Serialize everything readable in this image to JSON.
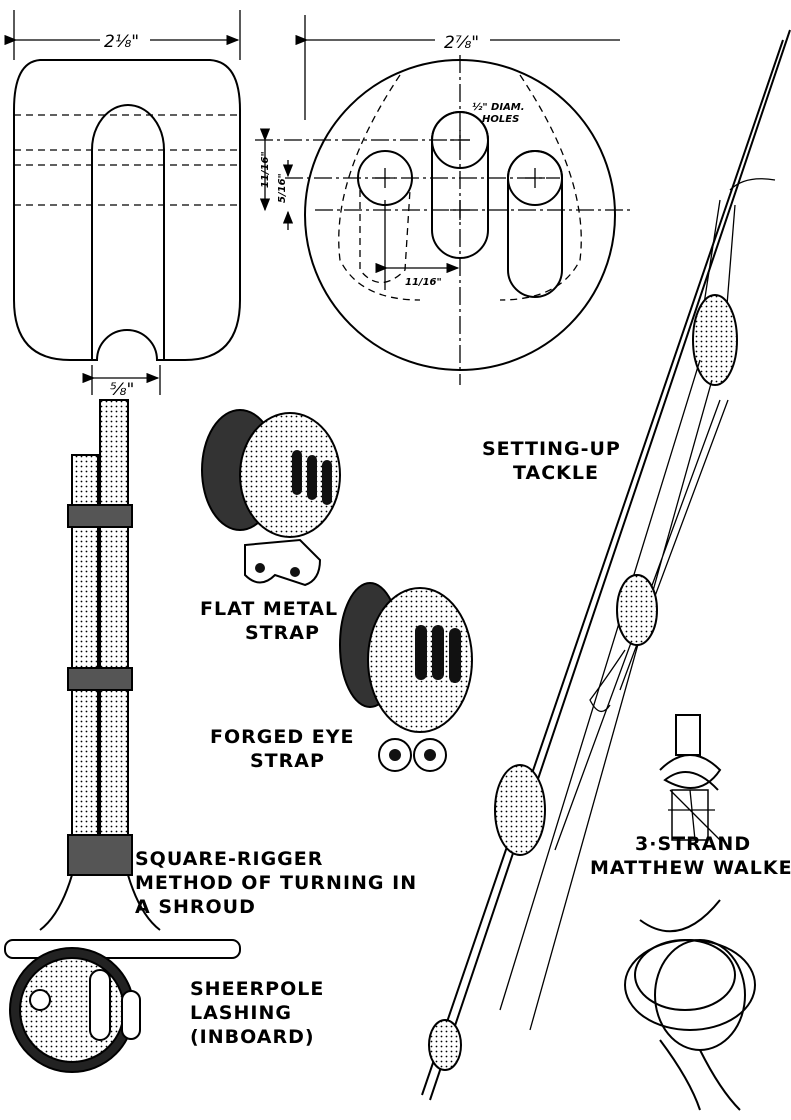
{
  "colors": {
    "ink": "#000000",
    "paper": "#ffffff"
  },
  "drawings": {
    "side_view": {
      "width_dim": "2⅛\"",
      "notch_dim": "⅝\""
    },
    "front_view": {
      "width_dim": "2⅞\"",
      "hole_note_line1": "½\" DIAM.",
      "hole_note_line2": "HOLES",
      "vertical_dim_outer": "11/16\"",
      "vertical_dim_inner": "5/16\"",
      "horizontal_spacing_dim": "11/16\""
    }
  },
  "labels": {
    "setting_up_tackle": [
      "SETTING-UP",
      "TACKLE"
    ],
    "flat_metal_strap": [
      "FLAT METAL",
      "STRAP"
    ],
    "forged_eye_strap": [
      "FORGED EYE",
      "STRAP"
    ],
    "matthew_walker": [
      "3·STRAND",
      "MATTHEW WALKER"
    ],
    "square_rigger": [
      "SQUARE-RIGGER",
      "METHOD OF TURNING IN",
      "A SHROUD"
    ],
    "sheerpole": [
      "SHEERPOLE",
      "LASHING",
      "(INBOARD)"
    ]
  }
}
